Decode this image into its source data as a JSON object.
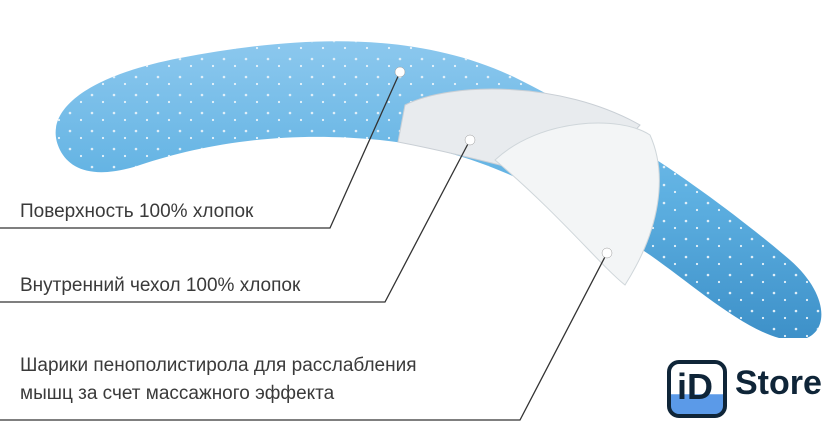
{
  "labels": {
    "surface": "Поверхность 100% хлопок",
    "inner_cover": "Внутренний чехол 100% хлопок",
    "filling_line1": "Шарики пенополистирола для расслабления",
    "filling_line2": "мышц за счет массажного эффекта"
  },
  "logo": {
    "box_text": "iD",
    "text": "Store"
  },
  "colors": {
    "pillow": "#5fb1e2",
    "line": "#333333",
    "brand": "#0f2538"
  }
}
